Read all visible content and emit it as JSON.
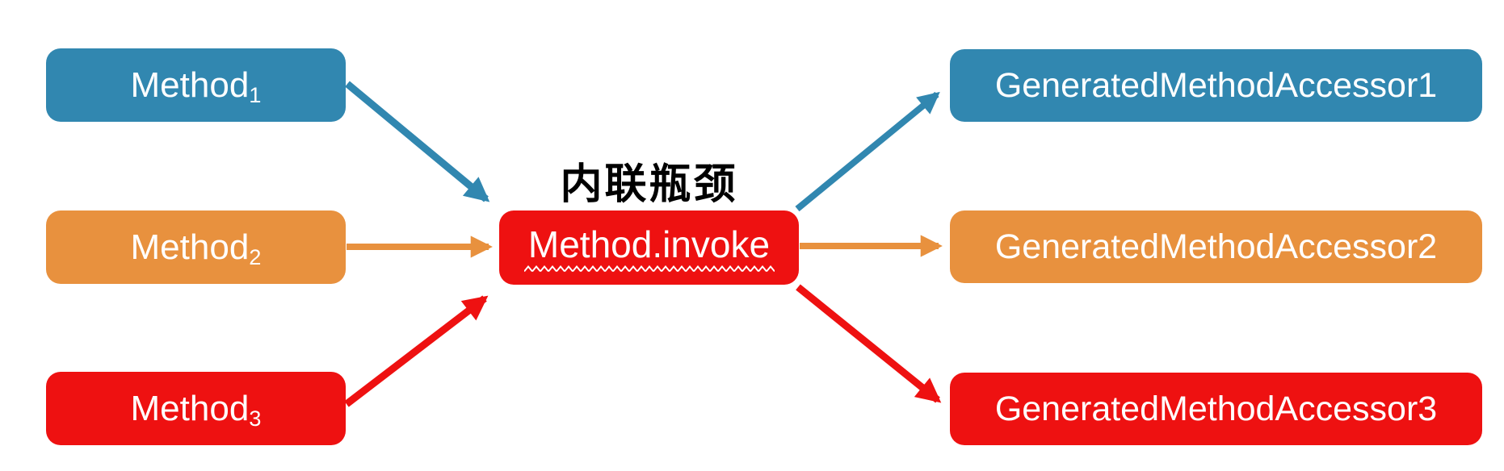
{
  "diagram": {
    "title": "内联瓶颈",
    "colors": {
      "blue": "#3187B0",
      "orange": "#E8913E",
      "red": "#EE1111",
      "text_on_box": "#ffffff",
      "title_text": "#000000"
    },
    "left_boxes": [
      {
        "text": "Method",
        "sub": "1",
        "color": "#3187B0"
      },
      {
        "text": "Method",
        "sub": "2",
        "color": "#E8913E"
      },
      {
        "text": "Method",
        "sub": "3",
        "color": "#EE1111"
      }
    ],
    "center_box": {
      "label": "Method.invoke",
      "color": "#EE1111"
    },
    "right_boxes": [
      {
        "label": "GeneratedMethodAccessor1",
        "color": "#3187B0"
      },
      {
        "label": "GeneratedMethodAccessor2",
        "color": "#E8913E"
      },
      {
        "label": "GeneratedMethodAccessor3",
        "color": "#EE1111"
      }
    ]
  }
}
